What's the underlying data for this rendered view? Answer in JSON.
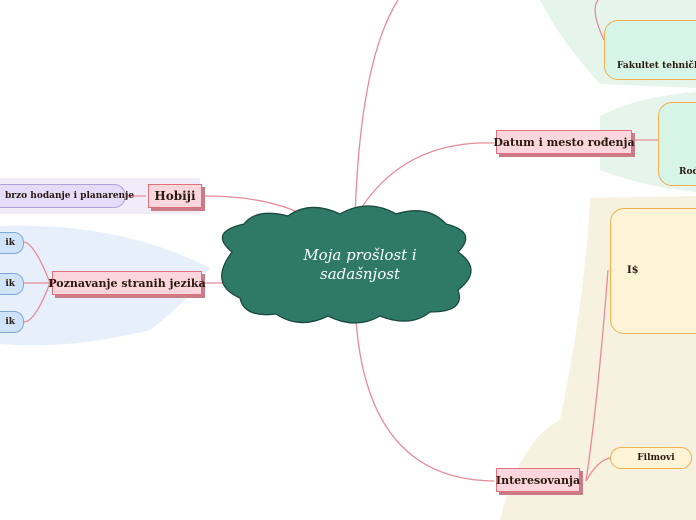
{
  "central_topic": {
    "line1": "Moja prošlost i",
    "line2": "sadašnjost"
  },
  "branches": {
    "hobiji": {
      "label": "Hobiji",
      "children": [
        "brzo hodanje i planarenje"
      ]
    },
    "jezici": {
      "label": "Poznavanje stranih jezika",
      "children": [
        "ik",
        "ik",
        "ik"
      ]
    },
    "datum": {
      "label": "Datum i mesto rođenja",
      "card_text": "Rod"
    },
    "interesovanja": {
      "label": "Interesovanja",
      "children": [
        {
          "icon": "film-icon",
          "label": "Filmovi"
        }
      ],
      "card_text": "I$"
    },
    "fakultet": {
      "card_text": "Fakultet tehnički"
    }
  },
  "colors": {
    "central_fill": "#2e7a67",
    "branch_line": "#e88a9a",
    "pink_node": "#fbd6dc",
    "leaf_blue": "#cfe3fb",
    "region_blue": "#e7f0fa",
    "region_cream": "#f7f1e0",
    "region_mint": "#e6f5ec"
  }
}
